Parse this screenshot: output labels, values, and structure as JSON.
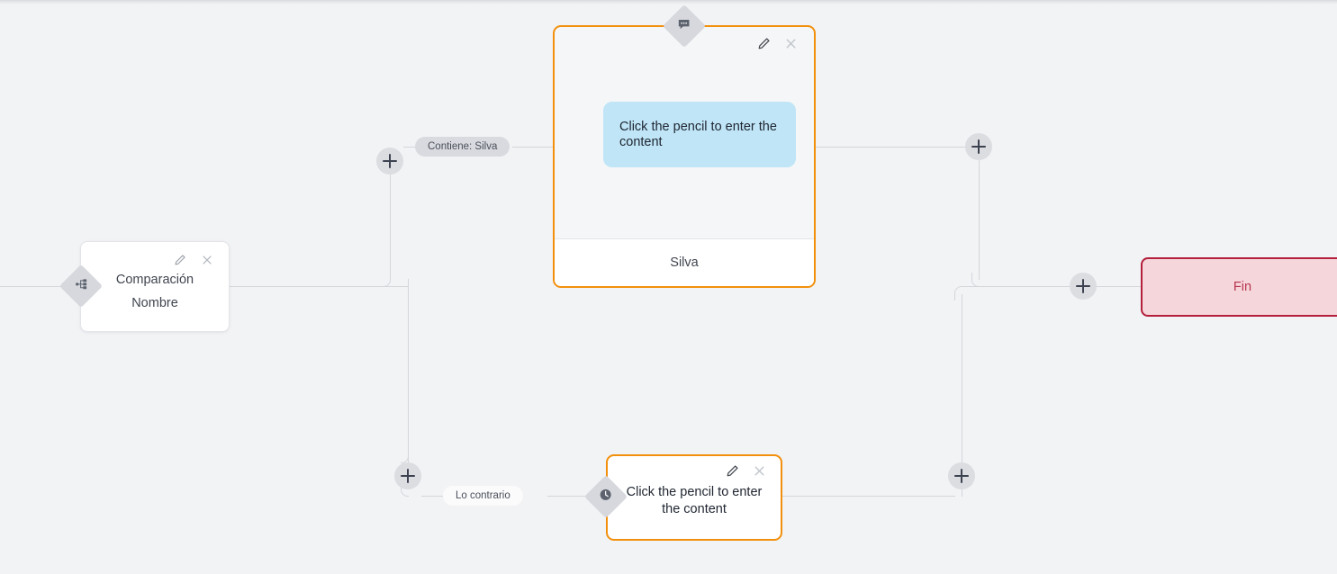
{
  "canvas": {
    "background": "#f2f3f5",
    "accent_orange": "#f2900d",
    "connector_color": "#d4d6da",
    "end_border": "#b31f3c",
    "end_fill": "#f5d7db",
    "bubble_fill": "#bfe5f7"
  },
  "nodes": {
    "comparison": {
      "title": "Comparación",
      "subtitle": "Nombre",
      "badge_icon": "branch-split-icon",
      "edit_icon": "pencil-icon",
      "close_icon": "close-icon"
    },
    "message": {
      "bubble_text": "Click the pencil to enter the content",
      "footer_text": "Silva",
      "badge_icon": "chat-bubble-icon",
      "edit_icon": "pencil-icon",
      "close_icon": "close-icon"
    },
    "wait": {
      "text": "Click the pencil to enter the content",
      "badge_icon": "clock-icon",
      "edit_icon": "pencil-icon",
      "close_icon": "close-icon"
    },
    "end": {
      "label": "Fin"
    }
  },
  "branch_labels": {
    "true_branch": "Contiene: Silva",
    "false_branch": "Lo contrario"
  },
  "add_buttons": {
    "label": "+",
    "items": [
      {
        "name": "add-node-true-branch"
      },
      {
        "name": "add-node-false-branch"
      },
      {
        "name": "add-node-after-message"
      },
      {
        "name": "add-node-before-end"
      },
      {
        "name": "add-node-after-wait"
      }
    ]
  }
}
